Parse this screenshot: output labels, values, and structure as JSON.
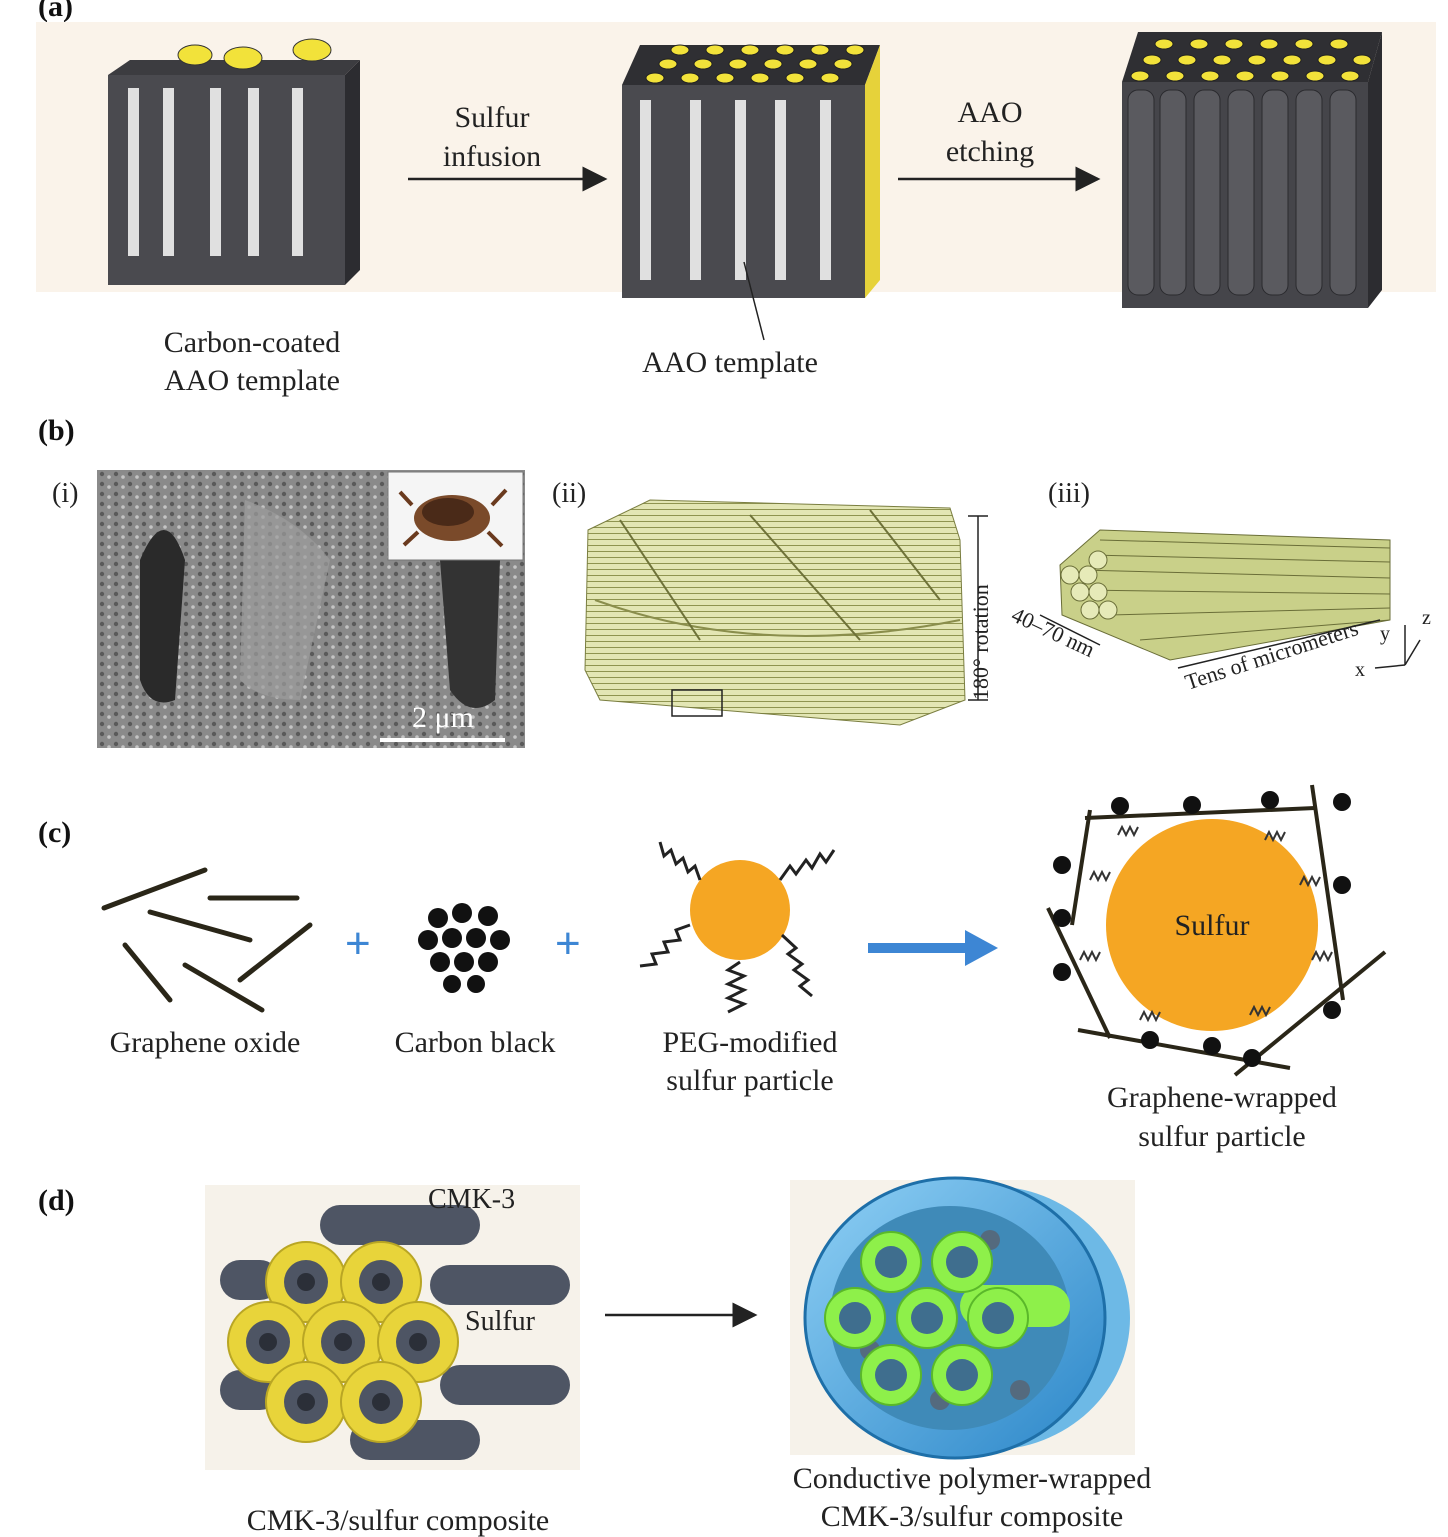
{
  "panels": {
    "a": {
      "label": "(a)",
      "step1_caption": [
        "Carbon-coated",
        "AAO template"
      ],
      "arrow1_label": [
        "Sulfur",
        "infusion"
      ],
      "step2_caption": "AAO template",
      "arrow2_label": [
        "AAO",
        "etching"
      ]
    },
    "b": {
      "label": "(b)",
      "sub_i": "(i)",
      "sub_ii": "(ii)",
      "sub_iii": "(iii)",
      "scale_bar": "2 μm",
      "rotation_label": "180° rotation",
      "diameter_label": "40–70 nm",
      "length_label": "Tens of micrometers",
      "axes": [
        "z",
        "y",
        "x"
      ]
    },
    "c": {
      "label": "(c)",
      "item1": "Graphene oxide",
      "item2": "Carbon black",
      "item3": [
        "PEG-modified",
        "sulfur particle"
      ],
      "plus": "+",
      "core_label": "Sulfur",
      "result": [
        "Graphene-wrapped",
        "sulfur particle"
      ]
    },
    "d": {
      "label": "(d)",
      "cmk_label": "CMK-3",
      "sulfur_label": "Sulfur",
      "left_caption": "CMK-3/sulfur composite",
      "right_caption": [
        "Conductive polymer-wrapped",
        "CMK-3/sulfur composite"
      ]
    }
  },
  "colors": {
    "carbon": "#4a4a4f",
    "sulfur": "#f2e23a",
    "orange": "#f5a623",
    "arrow_blue": "#3d86d4",
    "fiber": "#d9dfa0",
    "blue_shell": "#3aa0e0",
    "green": "#8ef04a"
  }
}
